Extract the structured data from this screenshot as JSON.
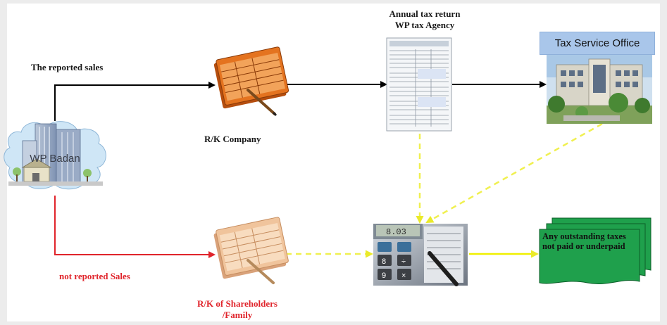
{
  "labels": {
    "reported_sales": "The reported sales",
    "not_reported_sales": "not reported Sales",
    "rk_company": "R/K Company",
    "rk_shareholders_line1": "R/K of Shareholders",
    "rk_shareholders_line2": "/Family",
    "annual_return_line1": "Annual tax return",
    "annual_return_line2": "WP tax Agency",
    "tax_service_office": "Tax Service Office",
    "wp_badan": "WP Badan",
    "outstanding_taxes": "Any outstanding taxes not paid or underpaid"
  },
  "icons": {
    "building": "office-building-icon",
    "ledger_company": "ledger-pen-icon",
    "ledger_family": "ledger-pen-icon",
    "tax_form": "tax-form-icon",
    "office_photo": "government-building-icon",
    "calculator": "calculator-icon",
    "documents": "stacked-documents-icon"
  },
  "colors": {
    "reported_flow": "#000000",
    "unreported_flow": "#e0242b",
    "dashed_flow": "#f0f050",
    "result_flow": "#f0f000",
    "tso_label_bg": "#a9c6ea",
    "document_green": "#1fa04c"
  }
}
